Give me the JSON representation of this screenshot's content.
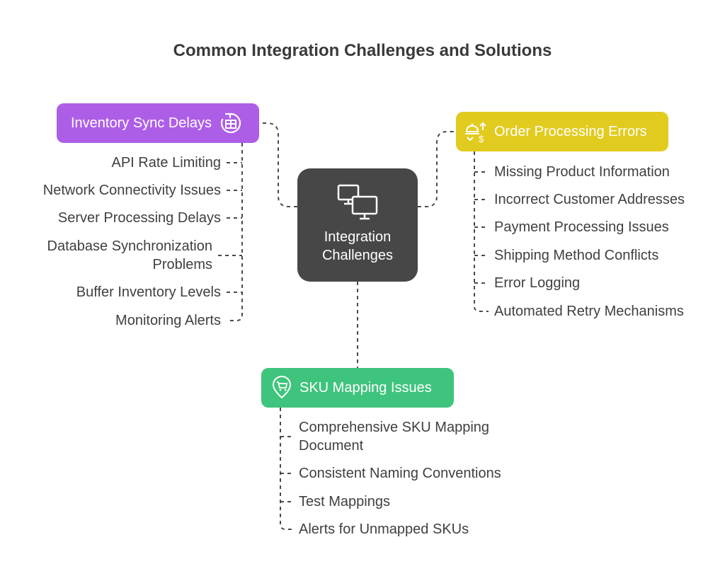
{
  "title": "Common Integration Challenges and Solutions",
  "center": {
    "label": "Integration\nChallenges",
    "icon": "computer-monitors-icon",
    "color": "#474747"
  },
  "inventory": {
    "label": "Inventory Sync Delays",
    "icon": "inventory-sync-icon",
    "color": "#ad5ee6",
    "items": [
      "API Rate Limiting",
      "Network Connectivity Issues",
      "Server Processing Delays",
      "Database Synchronization\nProblems",
      "Buffer Inventory Levels",
      "Monitoring Alerts"
    ]
  },
  "orders": {
    "label": "Order Processing Errors",
    "icon": "order-processing-icon",
    "color": "#e2cb1f",
    "items": [
      "Missing Product Information",
      "Incorrect Customer Addresses",
      "Payment Processing Issues",
      "Shipping Method Conflicts",
      "Error Logging",
      "Automated Retry Mechanisms"
    ]
  },
  "sku": {
    "label": "SKU Mapping Issues",
    "icon": "shopping-cart-pin-icon",
    "color": "#3fc47d",
    "items": [
      "Comprehensive SKU Mapping\nDocument",
      "Consistent Naming Conventions",
      "Test Mappings",
      "Alerts for Unmapped SKUs"
    ]
  }
}
